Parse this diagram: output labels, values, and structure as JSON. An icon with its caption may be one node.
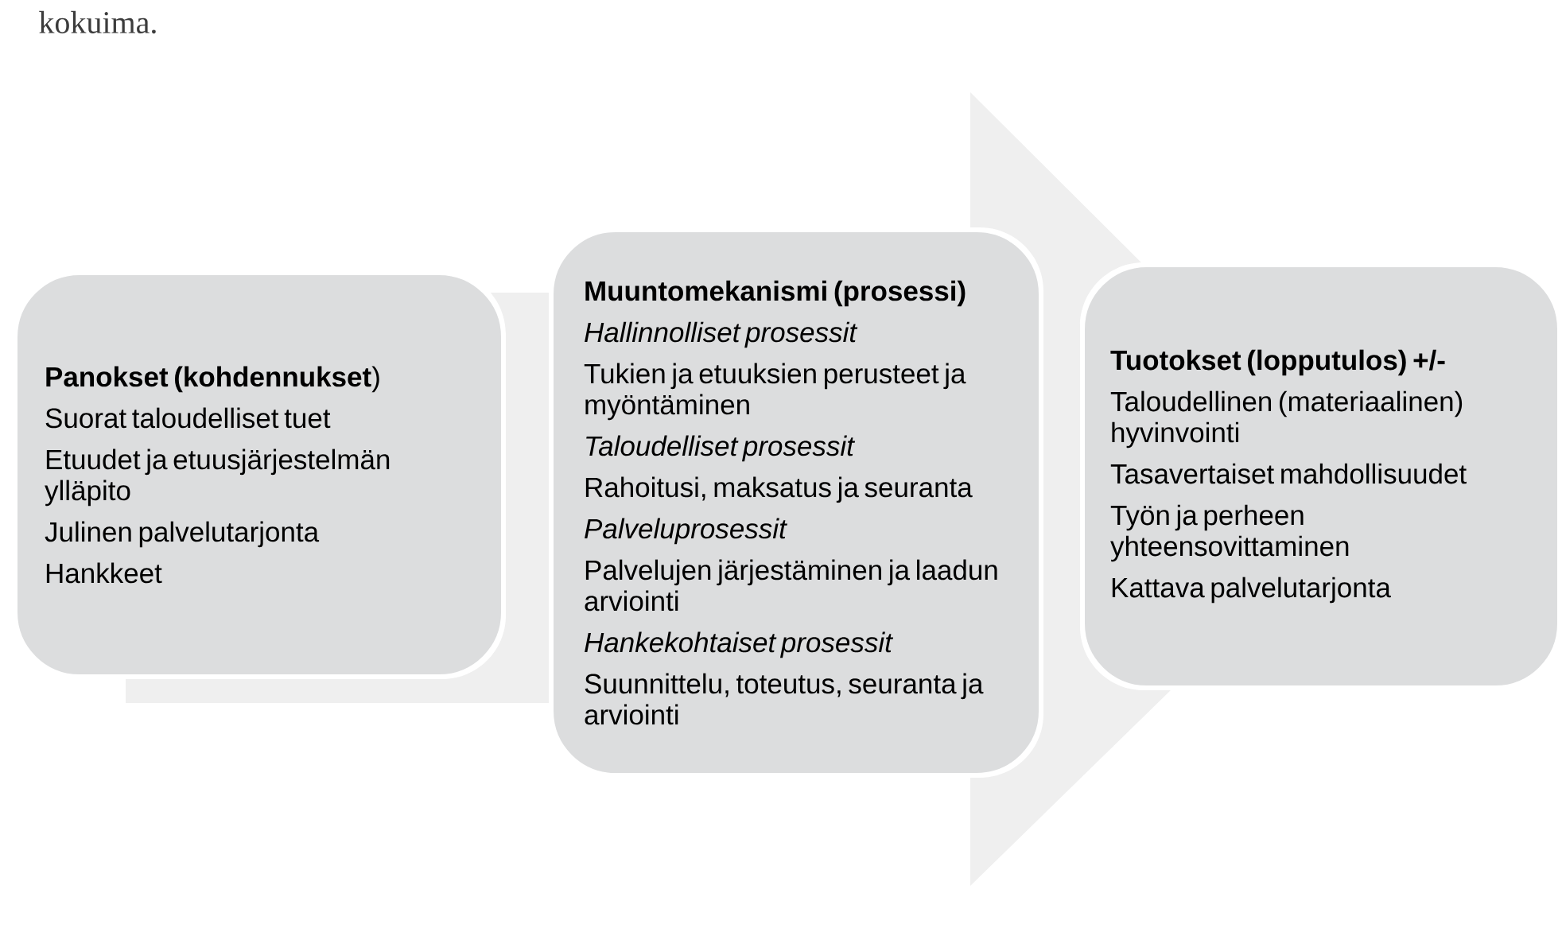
{
  "diagram": {
    "nodes": [
      {
        "text": [
          "**Panokset (kohdennukset**)",
          "Suorat taloudelliset tuet",
          "Etuudet ja etuusjärjestelmän ylläpito",
          "Julinen palvelutarjonta",
          "Hankkeet"
        ]
      },
      {
        "text": [
          "Muuntomekanismi (prosessi)",
          "Hallinnolliset prosessit",
          "Tukien ja etuuksien perusteet ja myöntäminen",
          "Taloudelliset prosessit",
          "Rahoitusi, maksatus ja seuranta",
          "Palveluprosessit",
          "Palvelujen järjestäminen ja laadun arviointi",
          "Hankekohtaiset prosessit",
          "Suunnittelu, toteutus, seuranta ja arviointi"
        ]
      },
      {
        "text": [
          "Tuotokset (lopputulos) +/-",
          "Taloudellinen (materiaalinen) hyvinvointi",
          "Tasavertaiset mahdollisuudet",
          "Työn ja perheen yhteensovittaminen",
          "Kattava palvelutarjonta"
        ]
      }
    ],
    "edges": [
      {
        "from": 0,
        "to": 2,
        "arrow": "to",
        "style": "thick"
      }
    ],
    "labels": [
      "kokuima."
    ]
  }
}
